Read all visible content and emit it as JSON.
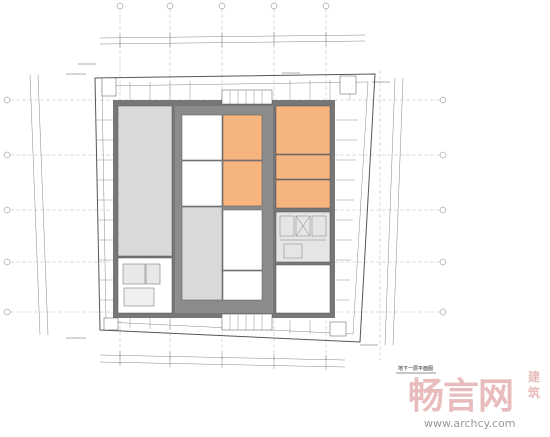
{
  "drawing": {
    "caption": "地下一层平面图",
    "colors": {
      "wall": "#777777",
      "corridor": "#8c8c8c",
      "hall": "#d9d9d9",
      "room": "#ffffff",
      "highlight": "#f6b47f",
      "line": "#555555"
    }
  },
  "watermark": {
    "name": "畅言网",
    "side": "建筑",
    "url": "www.archcy.com"
  }
}
